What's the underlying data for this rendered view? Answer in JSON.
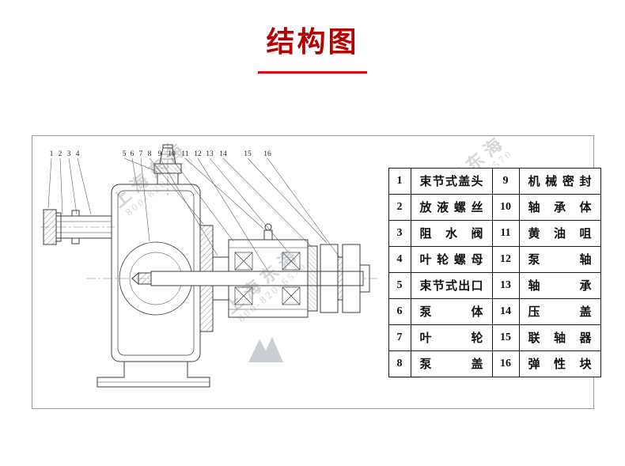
{
  "title": "结构图",
  "watermark": {
    "brand": "上海东海",
    "phone": "800-820-6570"
  },
  "diagram": {
    "part_numbers": [
      "1",
      "2",
      "3",
      "4",
      "5",
      "6",
      "7",
      "8",
      "9",
      "10",
      "11",
      "12",
      "13",
      "14",
      "15",
      "16"
    ]
  },
  "parts_table": {
    "rows": [
      {
        "no_left": "1",
        "name_left": "束节式盖头",
        "no_right": "9",
        "name_right": "机械密封"
      },
      {
        "no_left": "2",
        "name_left": "放液螺丝",
        "no_right": "10",
        "name_right": "轴承体"
      },
      {
        "no_left": "3",
        "name_left": "阻水阀",
        "no_right": "11",
        "name_right": "黄油咀"
      },
      {
        "no_left": "4",
        "name_left": "叶轮螺母",
        "no_right": "12",
        "name_right": "泵轴"
      },
      {
        "no_left": "5",
        "name_left": "束节式出口",
        "no_right": "13",
        "name_right": "轴承"
      },
      {
        "no_left": "6",
        "name_left": "泵体",
        "no_right": "14",
        "name_right": "压盖"
      },
      {
        "no_left": "7",
        "name_left": "叶轮",
        "no_right": "15",
        "name_right": "联轴器"
      },
      {
        "no_left": "8",
        "name_left": "泵盖",
        "no_right": "16",
        "name_right": "弹性块"
      }
    ]
  },
  "colors": {
    "title": "#b40000",
    "underline": "#e30613",
    "box_border": "#979797",
    "table_border": "#1c1c1c",
    "drawing_stroke": "#3c3c3c",
    "watermark": "#6e7882"
  }
}
